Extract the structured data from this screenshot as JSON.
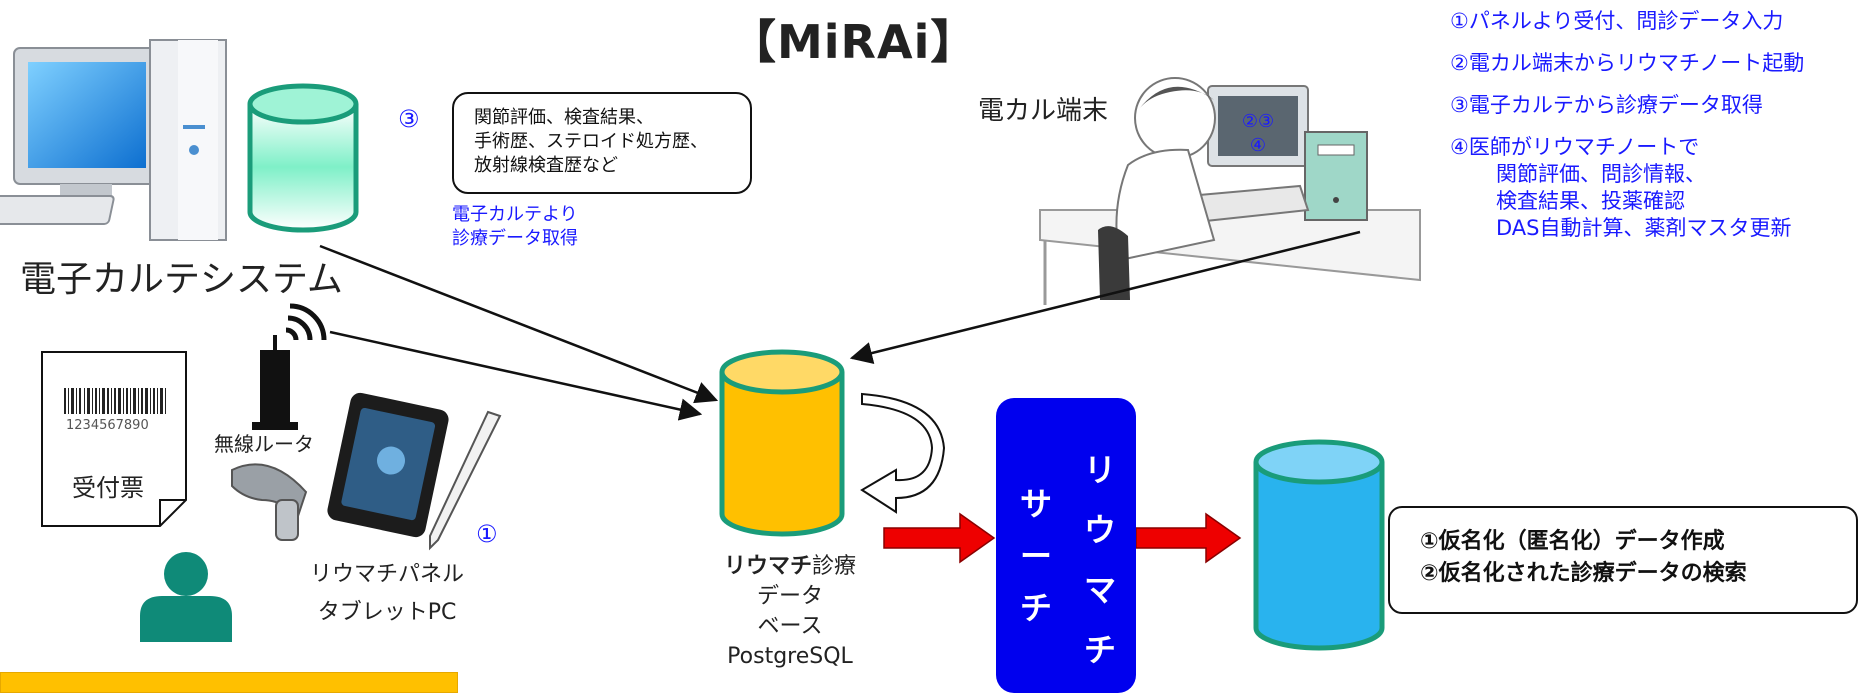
{
  "title": "【MiRAi】",
  "steps": [
    "①パネルより受付、問診データ入力",
    "②電カル端末からリウマチノート起動",
    "③電子カルテから診療データ取得"
  ],
  "step4": {
    "head": "④医師がリウマチノートで",
    "lines": [
      "関節評価、問診情報、",
      "検査結果、投薬確認",
      "DAS自動計算、薬剤マスタ更新"
    ]
  },
  "ehr": {
    "label": "電子カルテシステム",
    "step_num": "③",
    "callout_lines": [
      "関節評価、検査結果、",
      "手術歴、ステロイド処方歴、",
      "放射線検査歴など"
    ],
    "fetch_lines": [
      "電子カルテより",
      "診療データ取得"
    ]
  },
  "terminal": {
    "label": "電カル端末",
    "screen_line1": "②③",
    "screen_line2": "④"
  },
  "reception": {
    "barcode_number": "1234567890",
    "ticket_label": "受付票",
    "router_label": "無線ルータ",
    "step_num": "①",
    "tablet_line1": "リウマチパネル",
    "tablet_line2": "タブレットPC"
  },
  "database": {
    "bold": "リウマチ",
    "rest": "診療",
    "line2": "データ",
    "line3": "ベース",
    "line4": "PostgreSQL"
  },
  "search": {
    "col_right": [
      "リ",
      "ウ",
      "マ",
      "チ"
    ],
    "col_left": [
      "サ",
      "ー",
      "チ"
    ]
  },
  "results": [
    "①仮名化（匿名化）データ作成",
    "②仮名化された診療データの検索"
  ],
  "colors": {
    "accent_blue": "#1a1aff",
    "db_yellow": "#ffc000",
    "db_border": "#1a9c7a",
    "search_blue": "#0000ee",
    "db_cyan": "#29b3ee",
    "arrow_red": "#ee0000",
    "person_teal": "#0f8a78",
    "banner_yellow": "#ffc000"
  }
}
